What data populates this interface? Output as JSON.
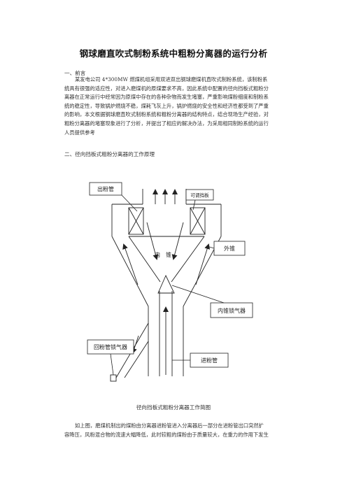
{
  "title": "钢球磨直吹式制粉系统中粗粉分离器的运行分析",
  "section1": {
    "heading": "一、前言",
    "lines": [
      "某发电公司 4*300MW 燃煤机组采用双进双出钢球磨煤机直吹式制粉系统，该制粉系",
      "统具有很强的适应性，对进入磨煤机的原煤要求不高，因此系统中配置的径向挡板式粗粉分",
      "离器在正常运行中经常因为原煤中存在的各种杂物而发生堵塞，严重影响煤粉细度和制粉系",
      "统的稳定性，导致锅炉燃烧不稳，煤耗飞灰上升，锅炉燃烧的安全性和经济性都受到了严重",
      "的影响，本文根据钢球磨直吹式制粉系统和粗粉分离器的结构特点，结合现场生产经验，对",
      "粗粉分离器的堵塞现象进行了分析，并提出了相应的解决办法，为采用相同制粉系统的运行",
      "人员提供参考"
    ]
  },
  "section2": {
    "heading": "二、径向挡板式粗粉分离器的工作原理"
  },
  "diagram": {
    "labels": {
      "outlet_pipe": "出粉管",
      "adjustable_baffle": "可调挡板",
      "inner_cone": "内　锥",
      "outer_cone": "外锥",
      "inner_cone_lock": "内锥锁气器",
      "return_pipe_lock": "回粉管锁气器",
      "inlet_pipe": "进粉管"
    },
    "caption": "径向挡板式粗粉分离器工作简图"
  },
  "section3": {
    "lines": [
      "如上图，磨煤机制出的煤粉由分离器进粉管进入分离器后一部分在进粉管出口突然扩",
      "容降压，风粉混合物的流速大幅降低，此时较粗的煤粉由于质量较大，在重力的作用下发生"
    ]
  }
}
